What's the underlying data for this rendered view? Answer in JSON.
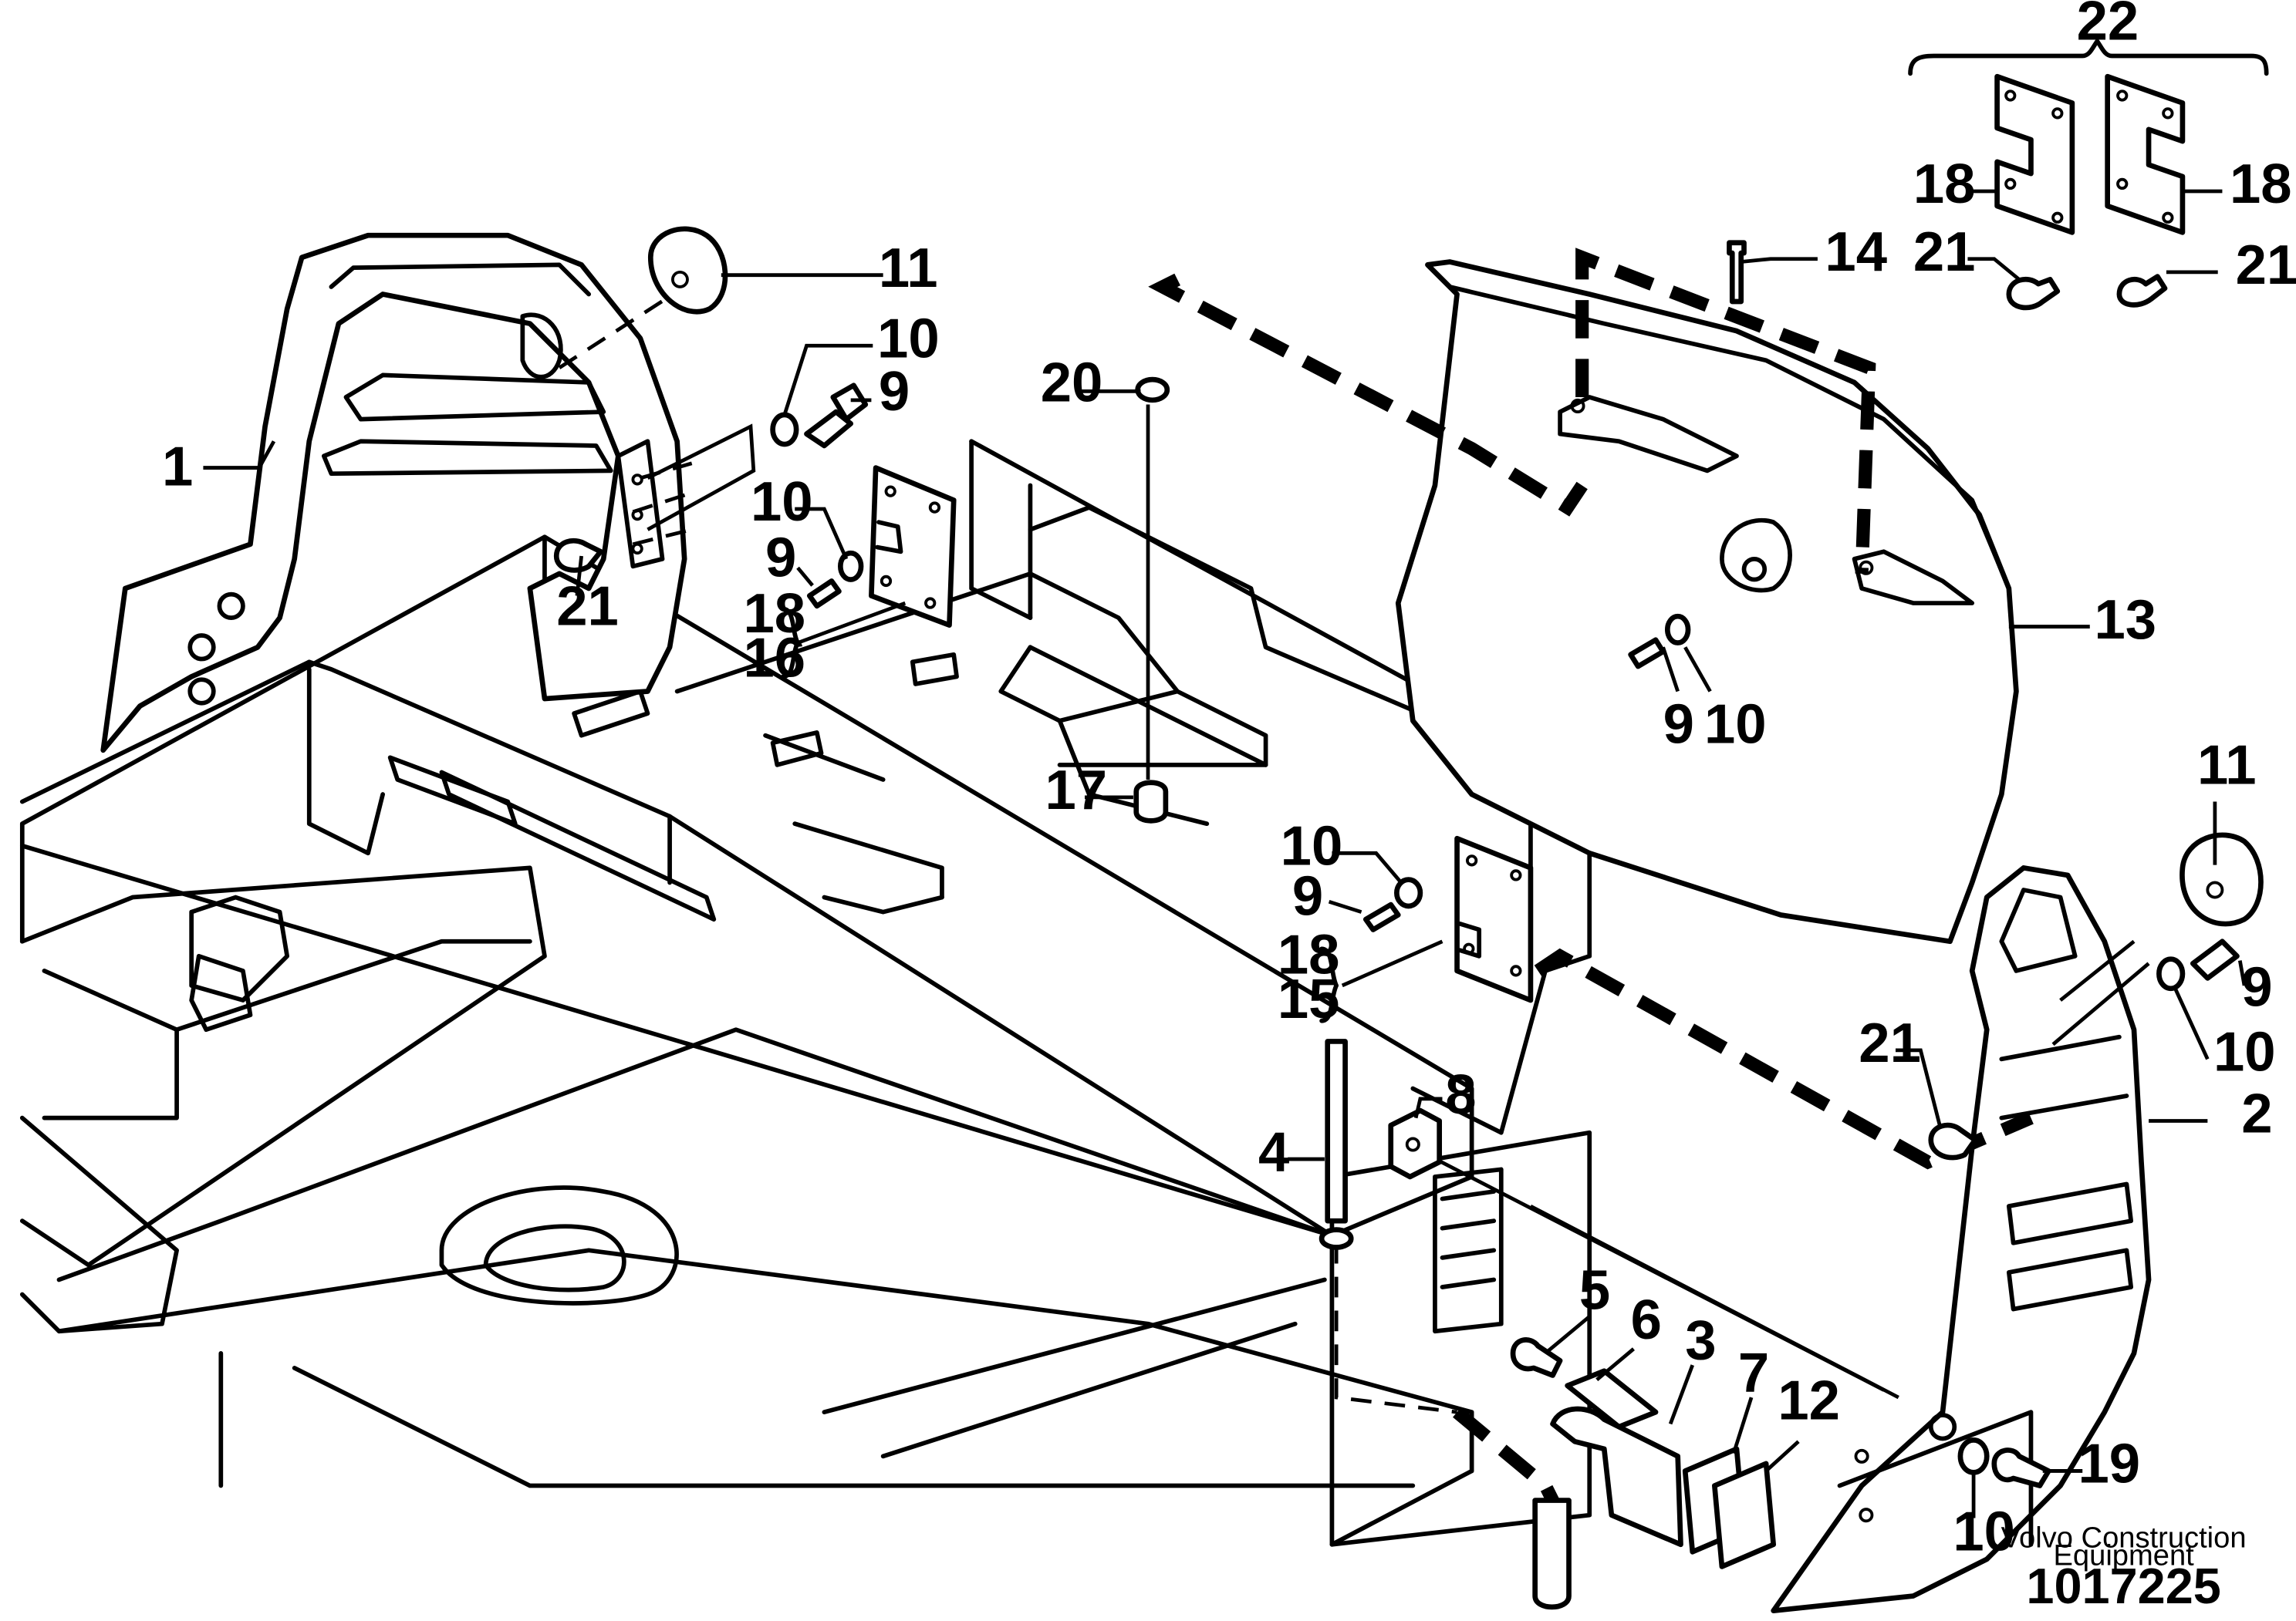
{
  "callouts": {
    "c1": "1",
    "c2": "2",
    "c3": "3",
    "c4": "4",
    "c5": "5",
    "c6": "6",
    "c7": "7",
    "c8": "8",
    "c9": "9",
    "c10": "10",
    "c11": "11",
    "c12": "12",
    "c13": "13",
    "c14": "14",
    "c15": "15",
    "c16": "16",
    "c17": "17",
    "c18": "18",
    "c19": "19",
    "c20": "20",
    "c21": "21",
    "c22": "22"
  },
  "brand": {
    "line1": "Volvo Construction",
    "line2": "Equipment"
  },
  "drawing_number": "1017225"
}
